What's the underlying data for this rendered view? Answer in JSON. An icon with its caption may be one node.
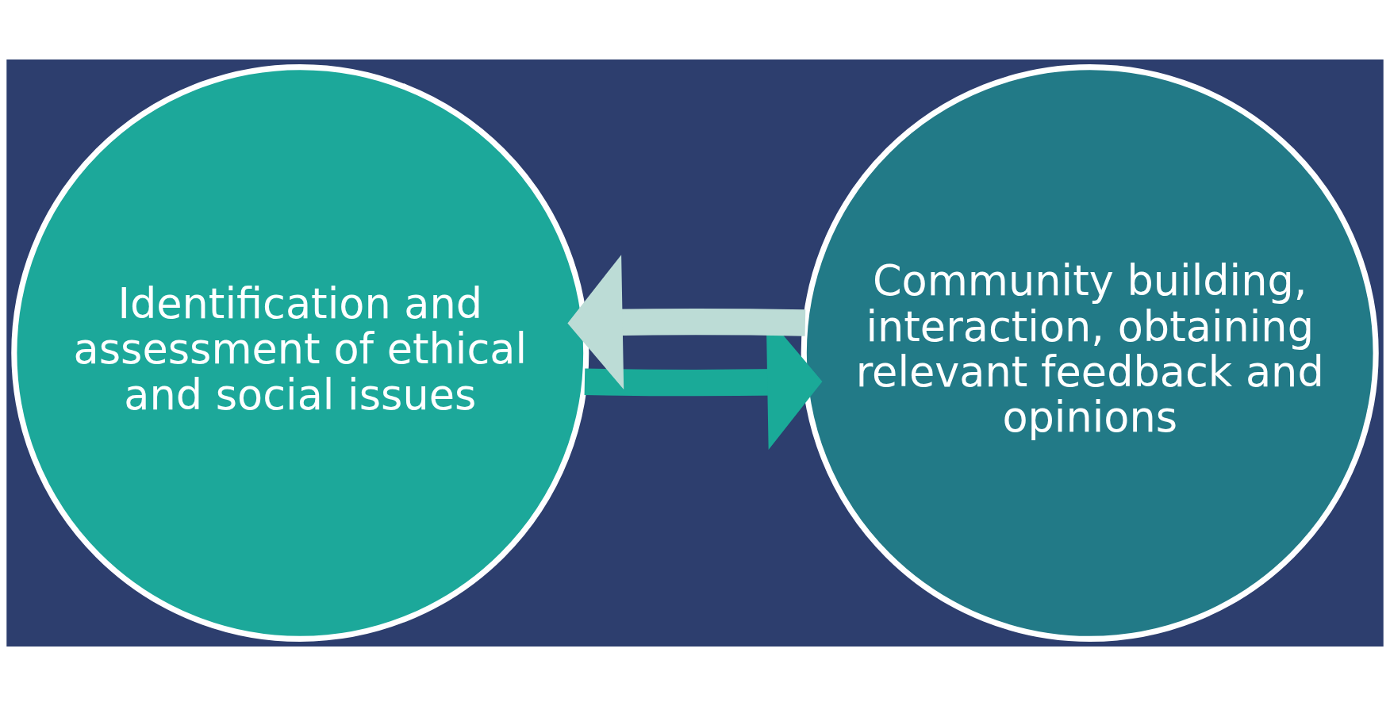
{
  "diagram": {
    "nodes": [
      {
        "text": [
          "Identification and assessment of ethical and social issues"
        ]
      },
      {
        "text": [
          "Community building, interaction, obtaining relevant feedback and opinions"
        ]
      }
    ],
    "edges": [
      {
        "from": 0,
        "to": 1,
        "arrow": "to",
        "color": "#1aaa98"
      },
      {
        "from": 1,
        "to": 0,
        "arrow": "to",
        "color": "#bcdcd6"
      }
    ]
  }
}
